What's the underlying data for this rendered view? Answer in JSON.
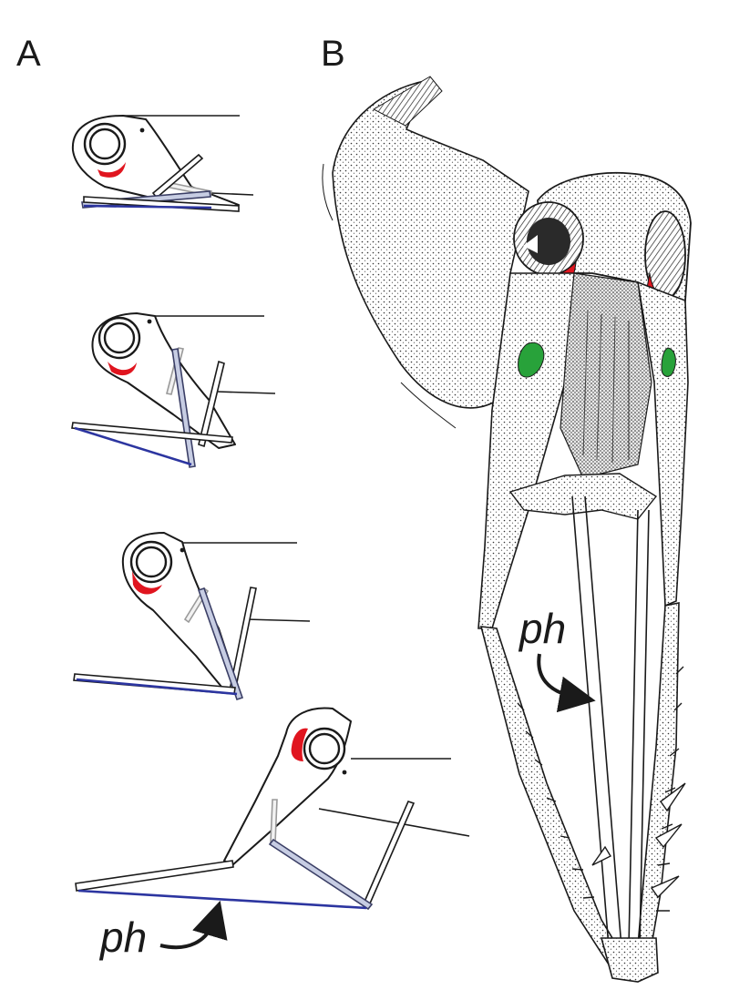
{
  "panels": [
    {
      "letter": "A"
    },
    {
      "letter": "B"
    }
  ],
  "annotations": {
    "panel_a_arrow_label": "ph",
    "panel_b_arrow_label": "ph"
  },
  "colors": {
    "muscle_red": "#e0151f",
    "organ_green": "#28a23a",
    "ligament_blue": "#2c35a0",
    "bar_blue_fill": "#c7cde3",
    "ink": "#1a1a1a"
  }
}
